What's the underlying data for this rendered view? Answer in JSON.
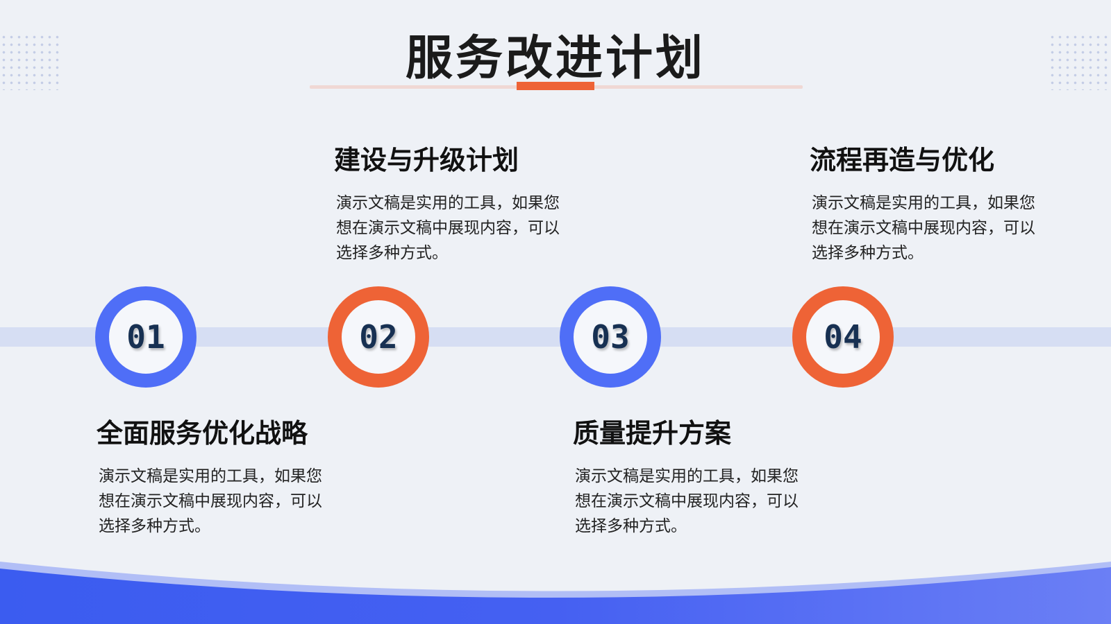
{
  "title": "服务改进计划",
  "colors": {
    "accent_blue": "#4f6ef7",
    "accent_orange": "#ee6336",
    "text_dark": "#173052"
  },
  "steps": [
    {
      "num": "01",
      "title": "全面服务优化战略",
      "desc": "演示文稿是实用的工具，如果您想在演示文稿中展现内容，可以选择多种方式。",
      "color": "blue"
    },
    {
      "num": "02",
      "title": "建设与升级计划",
      "desc": "演示文稿是实用的工具，如果您想在演示文稿中展现内容，可以选择多种方式。",
      "color": "orange"
    },
    {
      "num": "03",
      "title": "质量提升方案",
      "desc": "演示文稿是实用的工具，如果您想在演示文稿中展现内容，可以选择多种方式。",
      "color": "blue"
    },
    {
      "num": "04",
      "title": "流程再造与优化",
      "desc": "演示文稿是实用的工具，如果您想在演示文稿中展现内容，可以选择多种方式。",
      "color": "orange"
    }
  ]
}
